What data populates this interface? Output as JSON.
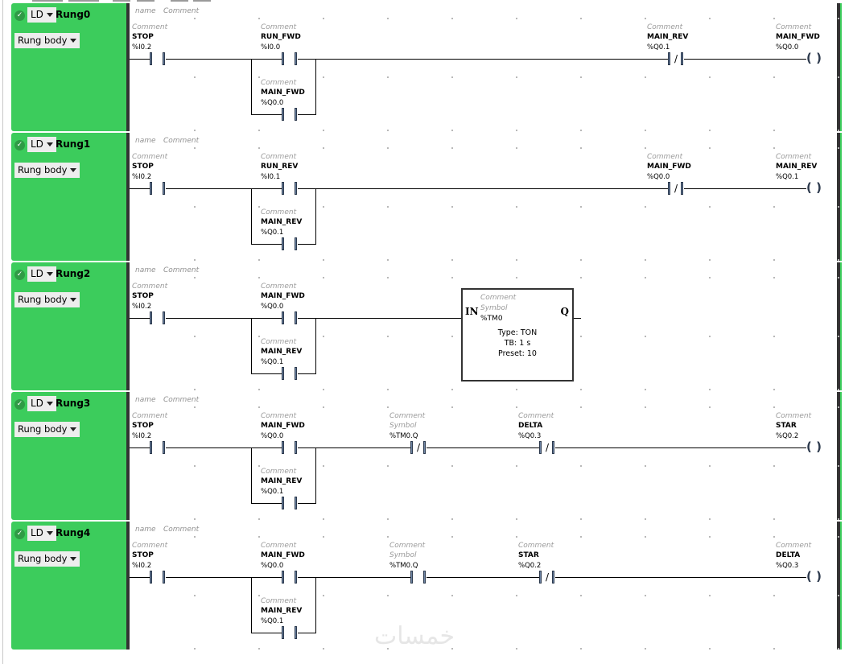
{
  "editor": {
    "language_label": "LD",
    "section_label": "Rung body",
    "header_name_placeholder": "name",
    "header_comment_placeholder": "Comment",
    "status_icon": "check-icon",
    "colors": {
      "rung_panel": "#3ccc5c",
      "rail": "#333333",
      "contact": "#6f86a6"
    }
  },
  "watermark": "خمسات",
  "rungs": [
    {
      "title": "Rung0",
      "elements": [
        {
          "type": "contact_no",
          "col": 0,
          "row": 0,
          "comment": "Comment",
          "symbol": "STOP",
          "address": "%I0.2"
        },
        {
          "type": "contact_no",
          "col": 2,
          "row": 0,
          "comment": "Comment",
          "symbol": "RUN_FWD",
          "address": "%I0.0"
        },
        {
          "type": "contact_no",
          "col": 2,
          "row": 1,
          "comment": "Comment",
          "symbol": "MAIN_FWD",
          "address": "%Q0.0"
        },
        {
          "type": "contact_nc",
          "col": 8,
          "row": 0,
          "comment": "Comment",
          "symbol": "MAIN_REV",
          "address": "%Q0.1"
        },
        {
          "type": "coil",
          "col": 10,
          "row": 0,
          "comment": "Comment",
          "symbol": "MAIN_FWD",
          "address": "%Q0.0"
        }
      ]
    },
    {
      "title": "Rung1",
      "elements": [
        {
          "type": "contact_no",
          "col": 0,
          "row": 0,
          "comment": "Comment",
          "symbol": "STOP",
          "address": "%I0.2"
        },
        {
          "type": "contact_no",
          "col": 2,
          "row": 0,
          "comment": "Comment",
          "symbol": "RUN_REV",
          "address": "%I0.1"
        },
        {
          "type": "contact_no",
          "col": 2,
          "row": 1,
          "comment": "Comment",
          "symbol": "MAIN_REV",
          "address": "%Q0.1"
        },
        {
          "type": "contact_nc",
          "col": 8,
          "row": 0,
          "comment": "Comment",
          "symbol": "MAIN_FWD",
          "address": "%Q0.0"
        },
        {
          "type": "coil",
          "col": 10,
          "row": 0,
          "comment": "Comment",
          "symbol": "MAIN_REV",
          "address": "%Q0.1"
        }
      ]
    },
    {
      "title": "Rung2",
      "elements": [
        {
          "type": "contact_no",
          "col": 0,
          "row": 0,
          "comment": "Comment",
          "symbol": "STOP",
          "address": "%I0.2"
        },
        {
          "type": "contact_no",
          "col": 2,
          "row": 0,
          "comment": "Comment",
          "symbol": "MAIN_FWD",
          "address": "%Q0.0"
        },
        {
          "type": "contact_no",
          "col": 2,
          "row": 1,
          "comment": "Comment",
          "symbol": "MAIN_REV",
          "address": "%Q0.1"
        },
        {
          "type": "timer",
          "col": 5,
          "row": 0,
          "comment": "Comment",
          "symbol": "Symbol",
          "address": "%TM0",
          "in_label": "IN",
          "q_label": "Q",
          "params": [
            "Type: TON",
            "TB: 1 s",
            "Preset: 10"
          ]
        }
      ]
    },
    {
      "title": "Rung3",
      "elements": [
        {
          "type": "contact_no",
          "col": 0,
          "row": 0,
          "comment": "Comment",
          "symbol": "STOP",
          "address": "%I0.2"
        },
        {
          "type": "contact_no",
          "col": 2,
          "row": 0,
          "comment": "Comment",
          "symbol": "MAIN_FWD",
          "address": "%Q0.0"
        },
        {
          "type": "contact_no",
          "col": 2,
          "row": 1,
          "comment": "Comment",
          "symbol": "MAIN_REV",
          "address": "%Q0.1"
        },
        {
          "type": "contact_nc",
          "col": 4,
          "row": 0,
          "comment": "Comment",
          "symbol": "Symbol",
          "symbol_placeholder": true,
          "address": "%TM0.Q"
        },
        {
          "type": "contact_nc",
          "col": 6,
          "row": 0,
          "comment": "Comment",
          "symbol": "DELTA",
          "address": "%Q0.3"
        },
        {
          "type": "coil",
          "col": 10,
          "row": 0,
          "comment": "Comment",
          "symbol": "STAR",
          "address": "%Q0.2"
        }
      ]
    },
    {
      "title": "Rung4",
      "elements": [
        {
          "type": "contact_no",
          "col": 0,
          "row": 0,
          "comment": "Comment",
          "symbol": "STOP",
          "address": "%I0.2"
        },
        {
          "type": "contact_no",
          "col": 2,
          "row": 0,
          "comment": "Comment",
          "symbol": "MAIN_FWD",
          "address": "%Q0.0"
        },
        {
          "type": "contact_no",
          "col": 2,
          "row": 1,
          "comment": "Comment",
          "symbol": "MAIN_REV",
          "address": "%Q0.1"
        },
        {
          "type": "contact_no",
          "col": 4,
          "row": 0,
          "comment": "Comment",
          "symbol": "Symbol",
          "symbol_placeholder": true,
          "address": "%TM0.Q"
        },
        {
          "type": "contact_nc",
          "col": 6,
          "row": 0,
          "comment": "Comment",
          "symbol": "STAR",
          "address": "%Q0.2"
        },
        {
          "type": "coil",
          "col": 10,
          "row": 0,
          "comment": "Comment",
          "symbol": "DELTA",
          "address": "%Q0.3"
        }
      ]
    }
  ]
}
